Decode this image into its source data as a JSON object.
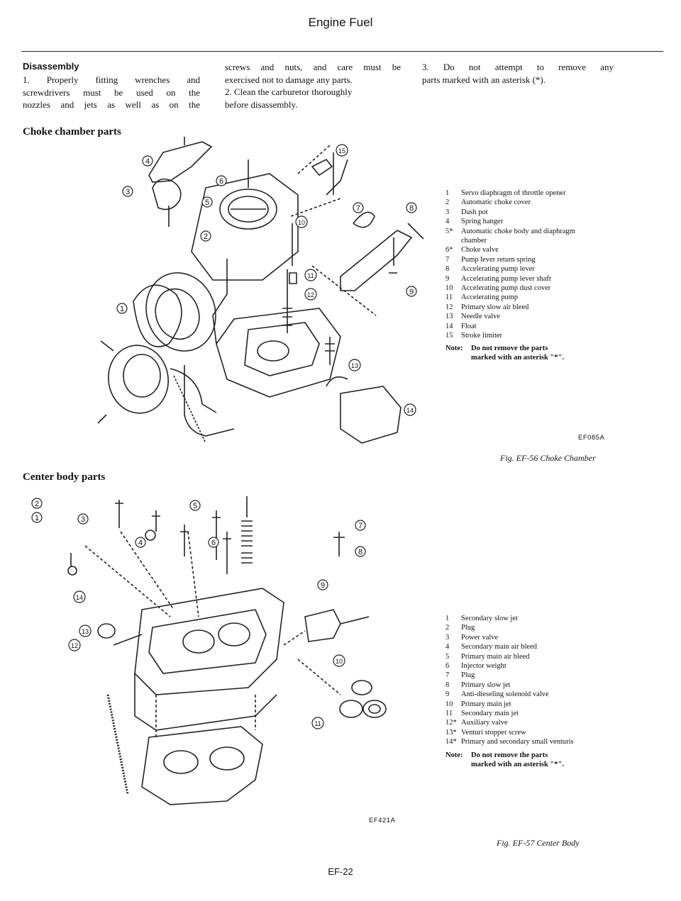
{
  "header": {
    "title": "Engine Fuel"
  },
  "disassembly": {
    "heading": "Disassembly",
    "col1_lines": [
      "1. Properly fitting wrenches and",
      "screwdrivers must be used on the",
      "nozzles and jets as well as on the"
    ],
    "col2_lines": [
      "screws and nuts, and care must be",
      "exercised not to damage any parts.",
      "2. Clean the carburetor thoroughly",
      "before disassembly."
    ],
    "col3_lines": [
      "3. Do not attempt to remove any",
      "parts marked with an asterisk (*)."
    ]
  },
  "choke": {
    "heading": "Choke chamber parts",
    "legend": [
      {
        "n": "1",
        "t": "Servo diaphragm of throttle opener"
      },
      {
        "n": "2",
        "t": "Automatic choke cover"
      },
      {
        "n": "3",
        "t": "Dash pot"
      },
      {
        "n": "4",
        "t": "Spring hanger"
      },
      {
        "n": "5*",
        "t": "Automatic choke body and diaphragm chamber"
      },
      {
        "n": "6*",
        "t": "Choke valve"
      },
      {
        "n": "7",
        "t": "Pump lever return spring"
      },
      {
        "n": "8",
        "t": "Accelerating pump lever"
      },
      {
        "n": "9",
        "t": "Accelerating pump lever shaft"
      },
      {
        "n": "10",
        "t": "Accelerating pump dust cover"
      },
      {
        "n": "11",
        "t": "Accelerating pump"
      },
      {
        "n": "12",
        "t": "Primary slow air bleed"
      },
      {
        "n": "13",
        "t": "Needle valve"
      },
      {
        "n": "14",
        "t": "Float"
      },
      {
        "n": "15",
        "t": "Stroke limiter"
      }
    ],
    "note_label": "Note:",
    "note_lines": [
      "Do not remove the parts",
      "marked with an asterisk \"*\"."
    ],
    "fig_code": "EF085A",
    "caption": "Fig. EF-56 Choke Chamber",
    "callouts": [
      "1",
      "2",
      "3",
      "4",
      "5",
      "6",
      "7",
      "8",
      "9",
      "10",
      "11",
      "12",
      "13",
      "14",
      "15"
    ]
  },
  "center": {
    "heading": "Center body parts",
    "legend": [
      {
        "n": "1",
        "t": "Secondary slow jet"
      },
      {
        "n": "2",
        "t": "Plug"
      },
      {
        "n": "3",
        "t": "Power valve"
      },
      {
        "n": "4",
        "t": "Secondary main air bleed"
      },
      {
        "n": "5",
        "t": "Primary main air bleed"
      },
      {
        "n": "6",
        "t": "Injector weight"
      },
      {
        "n": "7",
        "t": "Plug"
      },
      {
        "n": "8",
        "t": "Primary slow jet"
      },
      {
        "n": "9",
        "t": "Anti-dieseling solenoid valve"
      },
      {
        "n": "10",
        "t": "Primary main jet"
      },
      {
        "n": "11",
        "t": "Secondary main jet"
      },
      {
        "n": "12*",
        "t": "Auxiliary valve"
      },
      {
        "n": "13*",
        "t": "Venturi stopper screw"
      },
      {
        "n": "14*",
        "t": "Primary and secondary small venturis"
      }
    ],
    "note_label": "Note:",
    "note_lines": [
      "Do not remove the parts",
      "marked with an asterisk \"*\"."
    ],
    "fig_code": "EF421A",
    "caption": "Fig. EF-57 Center Body",
    "callouts": [
      "1",
      "2",
      "3",
      "4",
      "5",
      "6",
      "7",
      "8",
      "9",
      "10",
      "11",
      "12",
      "13",
      "14"
    ]
  },
  "footer": {
    "page": "EF-22"
  }
}
